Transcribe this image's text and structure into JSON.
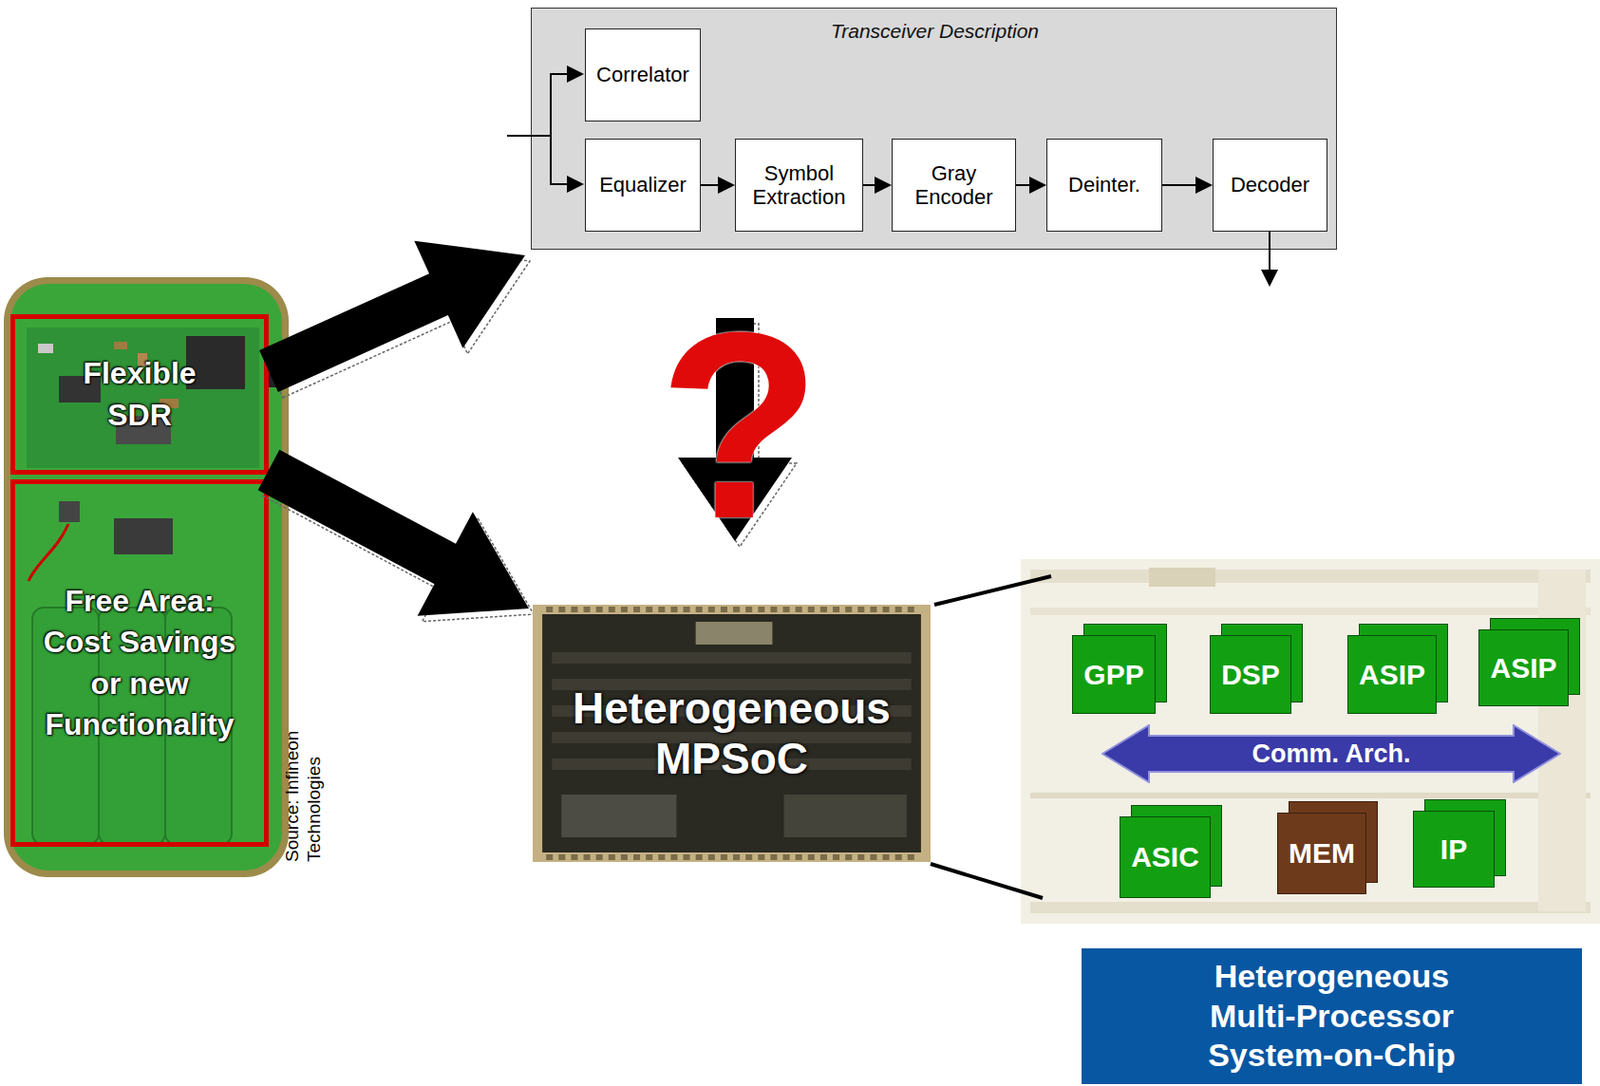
{
  "diagram": {
    "nodes": [
      {
        "text": [
          "Transceiver Description"
        ]
      },
      {
        "text": [
          "Correlator"
        ],
        "in": 0
      },
      {
        "text": [
          "Equalizer"
        ],
        "in": 0
      },
      {
        "text": [
          "Symbol Extraction"
        ],
        "in": 0
      },
      {
        "text": [
          "Gray Encoder"
        ],
        "in": 0
      },
      {
        "text": [
          "Deinter."
        ],
        "in": 0
      },
      {
        "text": [
          "Decoder"
        ],
        "in": 0
      },
      {
        "text": [
          "Flexible SDR"
        ]
      },
      {
        "text": [
          "Free Area: Cost Savings or new Functionality"
        ]
      },
      {
        "text": [
          "Heterogeneous MPSoC"
        ]
      },
      {
        "text": [
          "GPP"
        ]
      },
      {
        "text": [
          "DSP"
        ]
      },
      {
        "text": [
          "ASIP"
        ]
      },
      {
        "text": [
          "ASIP"
        ]
      },
      {
        "text": [
          "Comm. Arch."
        ]
      },
      {
        "text": [
          "ASIC"
        ]
      },
      {
        "text": [
          "MEM"
        ]
      },
      {
        "text": [
          "IP"
        ]
      },
      {
        "text": [
          "Heterogeneous Multi-Processor System-on-Chip"
        ]
      }
    ],
    "edges": [
      {
        "from": 2,
        "to": 3,
        "arrow": "to"
      },
      {
        "from": 3,
        "to": 4,
        "arrow": "to"
      },
      {
        "from": 4,
        "to": 5,
        "arrow": "to"
      },
      {
        "from": 5,
        "to": 6,
        "arrow": "to"
      },
      {
        "from": 7,
        "to": 0,
        "arrow": "to"
      },
      {
        "from": 7,
        "to": 9,
        "arrow": "to"
      },
      {
        "from": 0,
        "to": 9,
        "arrow": "to",
        "label": "?"
      }
    ],
    "labels": [
      "Source: Infineon Technologies"
    ]
  }
}
